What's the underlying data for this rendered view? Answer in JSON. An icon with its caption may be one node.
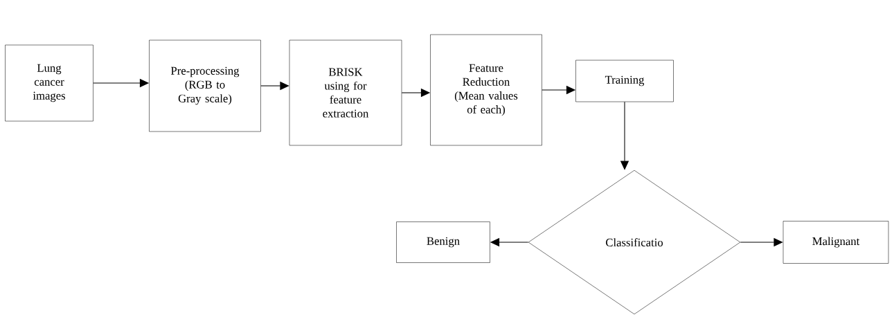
{
  "diagram": {
    "nodes": [
      {
        "text": [
          "Lung cancer images"
        ]
      },
      {
        "text": [
          "Pre-processing (RGB to Gray scale)"
        ]
      },
      {
        "text": [
          "BRISK using for feature extraction"
        ]
      },
      {
        "text": [
          "Feature Reduction (Mean values of each)"
        ]
      },
      {
        "text": [
          "Training"
        ]
      },
      {
        "text": [
          "Classificatio"
        ]
      },
      {
        "text": [
          "Benign"
        ]
      },
      {
        "text": [
          "Malignant"
        ]
      }
    ],
    "edges": [
      {
        "from": 0,
        "to": 1,
        "arrow": "to"
      },
      {
        "from": 1,
        "to": 2,
        "arrow": "to"
      },
      {
        "from": 2,
        "to": 3,
        "arrow": "to"
      },
      {
        "from": 3,
        "to": 4,
        "arrow": "to"
      },
      {
        "from": 4,
        "to": 5,
        "arrow": "to"
      },
      {
        "from": 5,
        "to": 6,
        "arrow": "to"
      },
      {
        "from": 5,
        "to": 7,
        "arrow": "to"
      }
    ]
  }
}
